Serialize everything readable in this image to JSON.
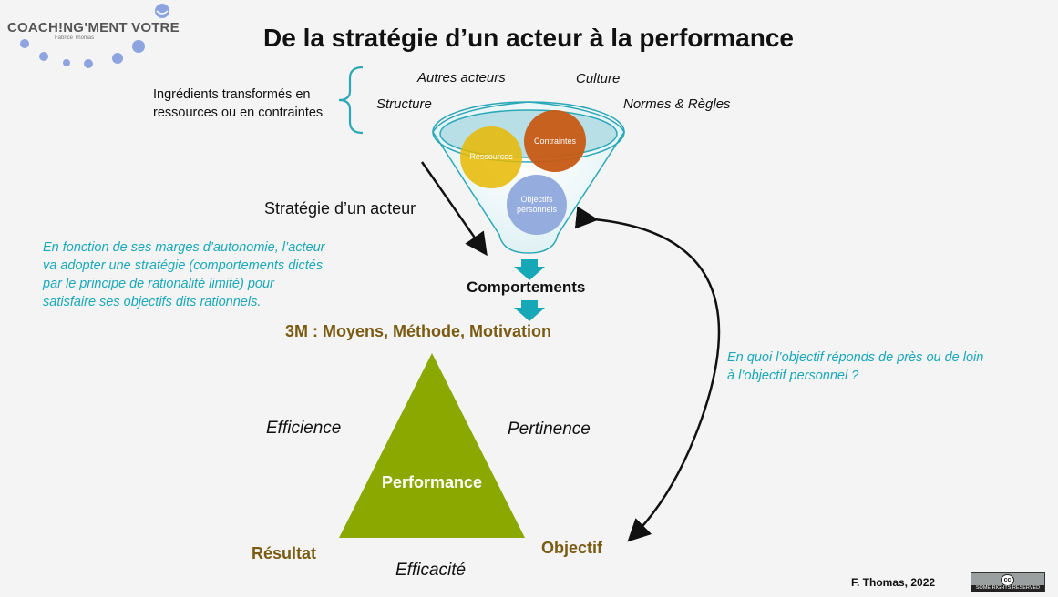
{
  "title": "De la stratégie d’un acteur à la performance",
  "logo": {
    "name": "COACH!NG’MENT VOTRE",
    "author": "Fabrice Thomas"
  },
  "ingredients": {
    "line1": "Ingrédients transformés en",
    "line2": "ressources ou en contraintes"
  },
  "funnel": {
    "inputs": [
      "Autres acteurs",
      "Culture",
      "Structure",
      "Normes & Règles"
    ],
    "circles": {
      "ressources": "Ressources",
      "contraintes": "Contraintes",
      "objectifs_line1": "Objectifs",
      "objectifs_line2": "personnels"
    }
  },
  "strategy_label": "Stratégie d’un acteur",
  "strategy_note": [
    "En fonction de ses marges d’autonomie, l’acteur",
    "va adopter une stratégie (comportements dictés",
    "par le principe de rationalité limité) pour",
    "satisfaire ses objectifs dits rationnels."
  ],
  "comportements": "Comportements",
  "three_m": "3M : Moyens, Méthode, Motivation",
  "objective_question": [
    "En quoi l’objectif réponds de près ou de loin",
    "à l’objectif personnel ?"
  ],
  "triangle": {
    "center": "Performance",
    "left_side": "Efficience",
    "right_side": "Pertinence",
    "bottom_side": "Efficacité",
    "bottom_left": "Résultat",
    "bottom_right": "Objectif"
  },
  "credit": "F. Thomas, 2022",
  "license": {
    "badge": "cc",
    "text": "SOME RIGHTS RESERVED"
  },
  "colors": {
    "teal_text": "#1aa8b8",
    "brown_text": "#7a5b12",
    "triangle": "#8aa800",
    "ressources": "#e8b800",
    "contraintes": "#c65a14",
    "objectifs": "#8fa8dc",
    "arrow_teal": "#17a8b8"
  }
}
